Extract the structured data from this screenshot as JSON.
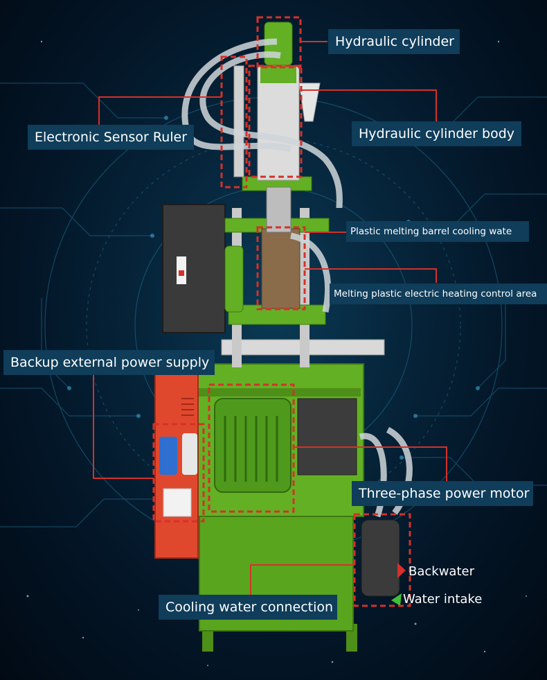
{
  "colors": {
    "background": "#031526",
    "machine_green": "#5aa51e",
    "leader_line": "#d4312a",
    "label_fill": "#0f3d5a",
    "label_text": "#ffffff",
    "water_arrow_red": "#d4312a",
    "water_arrow_green": "#3fbf3a"
  },
  "labels": {
    "hydraulic_cylinder": "Hydraulic cylinder",
    "electronic_sensor_ruler": "Electronic Sensor Ruler",
    "hydraulic_cylinder_body": "Hydraulic cylinder body",
    "barrel_cooling": "Plastic melting barrel cooling wate",
    "heating_control": "Melting plastic electric heating control area",
    "backup_power": "Backup external power supply",
    "three_phase_motor": "Three-phase power motor",
    "backwater": "Backwater",
    "water_intake": "Water intake",
    "cooling_water_connection": "Cooling water connection"
  }
}
